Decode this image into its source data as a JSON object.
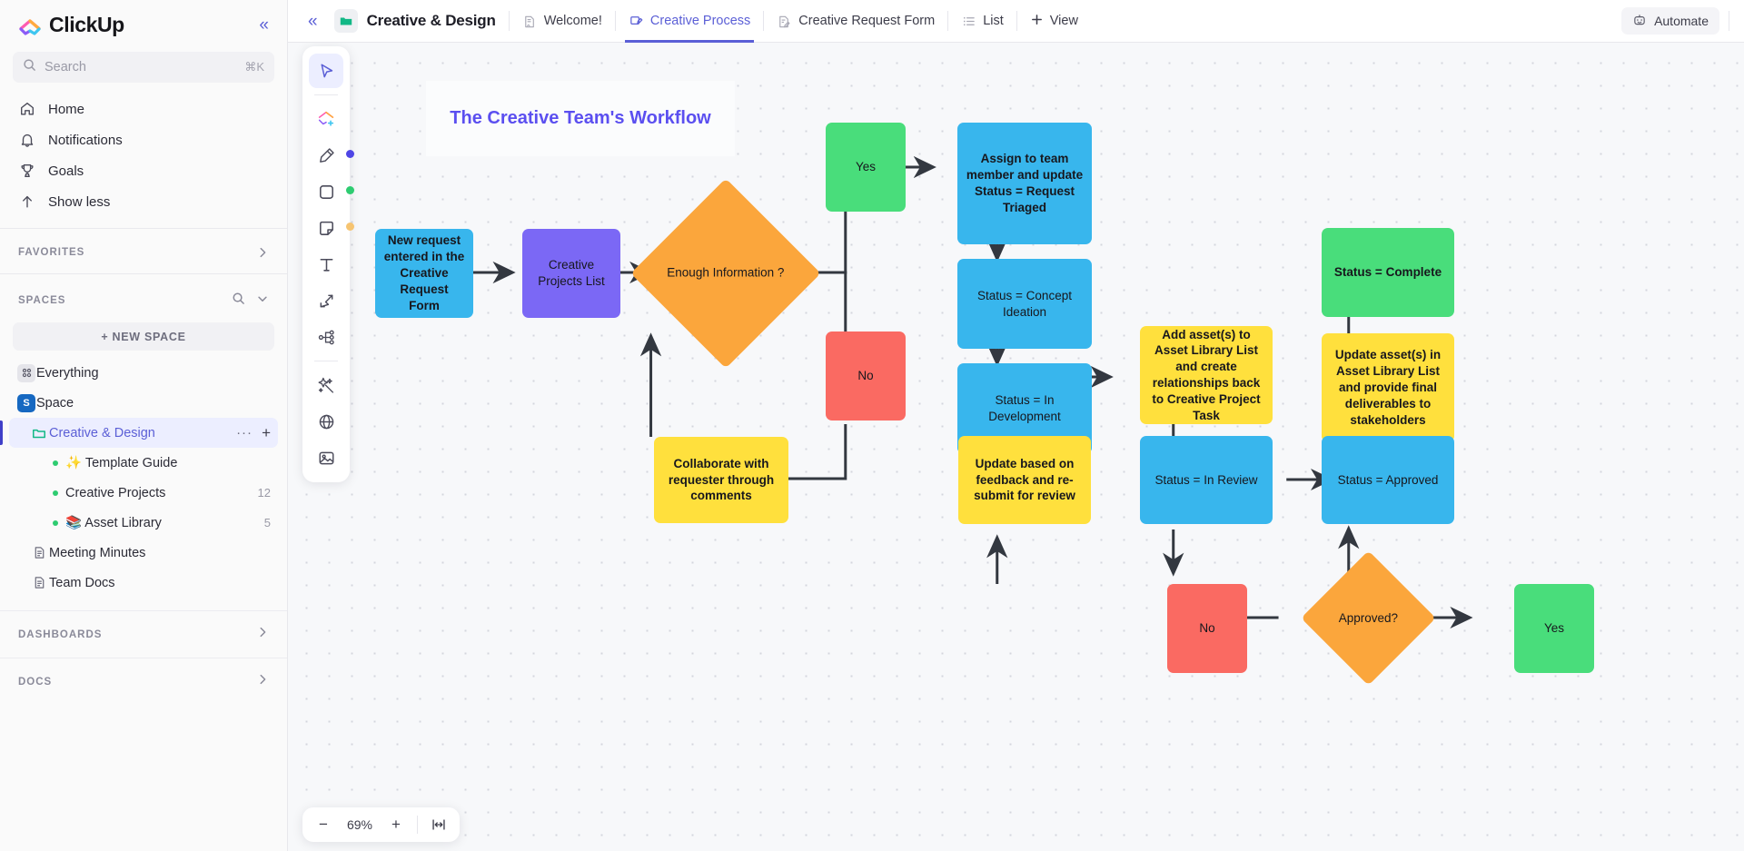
{
  "sidebar": {
    "brand": "ClickUp",
    "collapse_icon": "chevrons-left-icon",
    "search": {
      "placeholder": "Search",
      "shortcut": "⌘K",
      "icon": "search-icon"
    },
    "nav": [
      {
        "label": "Home",
        "icon": "home-icon"
      },
      {
        "label": "Notifications",
        "icon": "bell-icon"
      },
      {
        "label": "Goals",
        "icon": "trophy-icon"
      },
      {
        "label": "Show less",
        "icon": "arrow-up-icon"
      }
    ],
    "favorites": {
      "label": "FAVORITES",
      "icon": "chevron-right-icon"
    },
    "spaces": {
      "label": "SPACES",
      "search_icon": "search-icon",
      "collapse_icon": "chevron-down-icon",
      "new_space": "+ NEW SPACE",
      "items": [
        {
          "label": "Everything",
          "icon": "grid-icon",
          "indent": 0,
          "count": ""
        },
        {
          "label": "Space",
          "icon": "space-avatar-s",
          "indent": 0,
          "count": ""
        },
        {
          "label": "Creative & Design",
          "icon": "folder-icon",
          "indent": 1,
          "count": "",
          "active": true
        },
        {
          "label": "✨ Template Guide",
          "icon": "list-dot-icon",
          "indent": 2,
          "count": ""
        },
        {
          "label": "Creative Projects",
          "icon": "list-dot-icon",
          "indent": 2,
          "count": "12"
        },
        {
          "label": "📚 Asset Library",
          "icon": "list-dot-icon",
          "indent": 2,
          "count": "5"
        },
        {
          "label": "Meeting Minutes",
          "icon": "doc-icon",
          "indent": 1,
          "count": ""
        },
        {
          "label": "Team Docs",
          "icon": "doc-icon",
          "indent": 1,
          "count": ""
        }
      ],
      "row_actions": {
        "more": "···",
        "add": "+"
      }
    },
    "dashboards": {
      "label": "DASHBOARDS",
      "icon": "chevron-right-icon"
    },
    "docs": {
      "label": "DOCS",
      "icon": "chevron-right-icon"
    }
  },
  "topbar": {
    "collapse_icon": "chevrons-left-icon",
    "space_name": "Creative & Design",
    "folder_icon": "folder-icon",
    "tabs": [
      {
        "label": "Welcome!",
        "icon": "doc-home-icon",
        "active": false
      },
      {
        "label": "Creative Process",
        "icon": "whiteboard-icon",
        "active": true
      },
      {
        "label": "Creative Request Form",
        "icon": "form-icon",
        "active": false
      },
      {
        "label": "List",
        "icon": "list-icon",
        "active": false
      }
    ],
    "add_view": {
      "label": "View",
      "icon": "plus-icon"
    },
    "automate": {
      "label": "Automate",
      "icon": "robot-icon"
    }
  },
  "toolbar": {
    "tools": [
      {
        "name": "select-tool",
        "icon": "cursor-icon",
        "selected": true,
        "swatch": ""
      },
      {
        "name": "shapes-add-tool",
        "icon": "shapes-plus-icon",
        "selected": false,
        "swatch": ""
      },
      {
        "name": "pen-tool",
        "icon": "marker-icon",
        "selected": false,
        "swatch": "#4f46e5"
      },
      {
        "name": "shape-tool",
        "icon": "square-icon",
        "selected": false,
        "swatch": "#2ecc71"
      },
      {
        "name": "sticky-note-tool",
        "icon": "sticky-note-icon",
        "selected": false,
        "swatch": "#f6c471"
      },
      {
        "name": "text-tool",
        "icon": "text-t-icon",
        "selected": false,
        "swatch": ""
      },
      {
        "name": "connector-tool",
        "icon": "connector-arrow-icon",
        "selected": false,
        "swatch": ""
      },
      {
        "name": "mindmap-tool",
        "icon": "mindmap-icon",
        "selected": false,
        "swatch": ""
      },
      {
        "name": "ai-tool",
        "icon": "magic-wand-icon",
        "selected": false,
        "swatch": ""
      },
      {
        "name": "embed-tool",
        "icon": "globe-icon",
        "selected": false,
        "swatch": ""
      },
      {
        "name": "image-tool",
        "icon": "image-icon",
        "selected": false,
        "swatch": ""
      }
    ]
  },
  "zoom_controls": {
    "minus": "−",
    "level": "69%",
    "plus": "+",
    "fit": "fit-to-screen-icon"
  },
  "whiteboard": {
    "title": "The Creative Team's Workflow",
    "title_color": "#5b4ff0",
    "colors": {
      "blue": "#38b6ed",
      "purple": "#7b68f5",
      "green": "#49dd7b",
      "red": "#fa6a62",
      "yellow": "#ffe03d",
      "orange": "#fba63c"
    },
    "nodes": [
      {
        "id": "n1",
        "type": "box",
        "color": "blue",
        "text": "New request entered in the Creative Request Form"
      },
      {
        "id": "n2",
        "type": "box",
        "color": "purple",
        "text": "Creative Projects List"
      },
      {
        "id": "n3",
        "type": "diamond",
        "color": "orange",
        "text": "Enough Information ?"
      },
      {
        "id": "n4",
        "type": "box",
        "color": "green",
        "text": "Yes"
      },
      {
        "id": "n5",
        "type": "box",
        "color": "red",
        "text": "No"
      },
      {
        "id": "n6",
        "type": "box",
        "color": "yellow",
        "text": "Collaborate with requester through comments"
      },
      {
        "id": "n7",
        "type": "box",
        "color": "blue",
        "text": "Assign to team member and update Status = Request Triaged"
      },
      {
        "id": "n8",
        "type": "box",
        "color": "blue",
        "text": "Status = Concept Ideation"
      },
      {
        "id": "n9",
        "type": "box",
        "color": "blue",
        "text": "Status = In Development"
      },
      {
        "id": "n10",
        "type": "box",
        "color": "yellow",
        "text": "Add asset(s) to Asset Library List and create relationships back to Creative Project Task"
      },
      {
        "id": "n11",
        "type": "box",
        "color": "green",
        "text": "Status = Complete"
      },
      {
        "id": "n12",
        "type": "box",
        "color": "yellow",
        "text": "Update asset(s) in Asset Library List and provide final deliverables to stakeholders"
      },
      {
        "id": "n13",
        "type": "box",
        "color": "yellow",
        "text": "Update based on feedback and re-submit for review"
      },
      {
        "id": "n14",
        "type": "box",
        "color": "blue",
        "text": "Status = In Review"
      },
      {
        "id": "n15",
        "type": "box",
        "color": "blue",
        "text": "Status = Approved"
      },
      {
        "id": "n16",
        "type": "box",
        "color": "red",
        "text": "No"
      },
      {
        "id": "n17",
        "type": "diamond",
        "color": "orange",
        "text": "Approved?"
      },
      {
        "id": "n18",
        "type": "box",
        "color": "green",
        "text": "Yes"
      }
    ]
  }
}
